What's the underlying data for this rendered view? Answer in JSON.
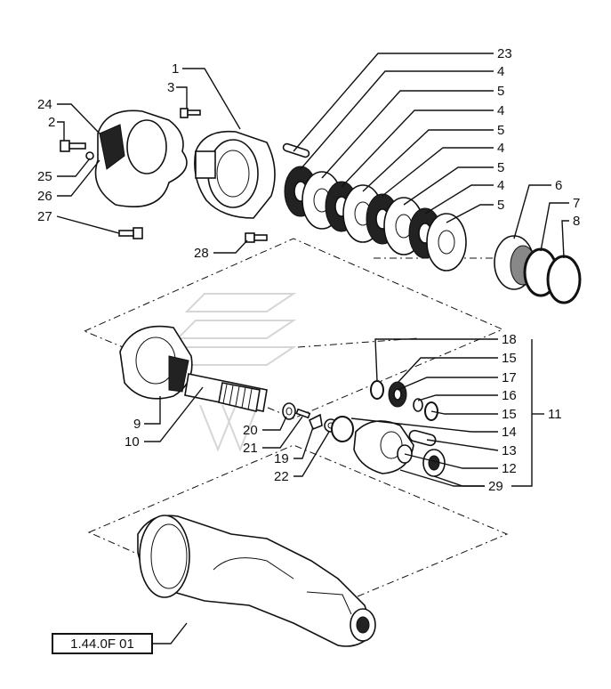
{
  "reference_code": "1.44.0F 01",
  "callouts": {
    "p1": "1",
    "p2": "2",
    "p3": "3",
    "p4a": "4",
    "p4b": "4",
    "p4c": "4",
    "p4d": "4",
    "p5a": "5",
    "p5b": "5",
    "p5c": "5",
    "p5d": "5",
    "p6": "6",
    "p7": "7",
    "p8": "8",
    "p9": "9",
    "p10": "10",
    "p11": "11",
    "p12": "12",
    "p13": "13",
    "p14": "14",
    "p15a": "15",
    "p15b": "15",
    "p16": "16",
    "p17": "17",
    "p18": "18",
    "p19": "19",
    "p20": "20",
    "p21": "21",
    "p22": "22",
    "p23": "23",
    "p24": "24",
    "p25": "25",
    "p26": "26",
    "p27": "27",
    "p28": "28",
    "p29": "29"
  }
}
